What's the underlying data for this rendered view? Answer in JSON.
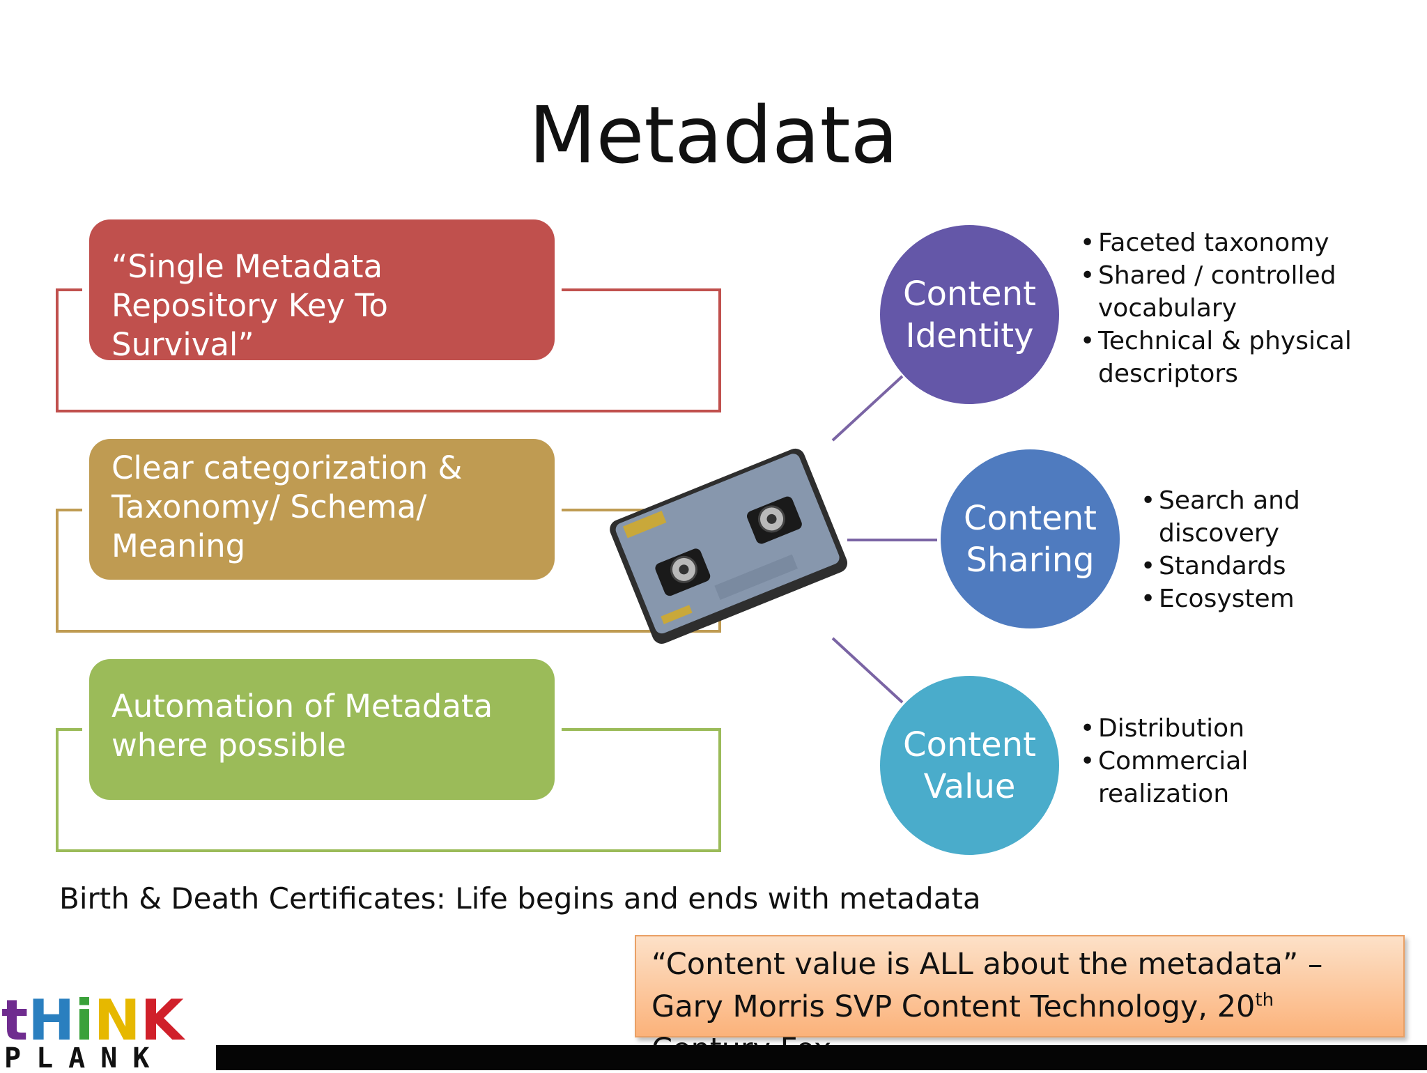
{
  "slide": {
    "title": "Metadata",
    "left_boxes": [
      {
        "text": "“Single Metadata Repository Key To Survival”",
        "color": "#c0504d"
      },
      {
        "text": "Clear categorization & Taxonomy/ Schema/ Meaning",
        "color": "#bf9b52"
      },
      {
        "text": "Automation of Metadata where possible",
        "color": "#9bbb59"
      }
    ],
    "circles": [
      {
        "line1": "Content",
        "line2": "Identity",
        "color": "#6457a8",
        "bullets": [
          "Faceted  taxonomy",
          "Shared / controlled vocabulary",
          "Technical  & physical descriptors"
        ]
      },
      {
        "line1": "Content",
        "line2": "Sharing",
        "color": "#4f7bbf",
        "bullets": [
          "Search and discovery",
          "Standards",
          "Ecosystem"
        ]
      },
      {
        "line1": "Content",
        "line2": "Value",
        "color": "#4aaccb",
        "bullets": [
          "Distribution",
          "Commercial realization"
        ]
      }
    ],
    "footer_text": "Birth & Death Certificates: Life begins and ends with metadata",
    "quote": {
      "part1": "“Content value is ALL about the metadata” – Gary Morris SVP Content Technology, 20",
      "superscript": "th",
      "part2": " Century Fox"
    },
    "logo": {
      "top_text": "tHiNK",
      "bottom_text": "PLANK"
    }
  }
}
